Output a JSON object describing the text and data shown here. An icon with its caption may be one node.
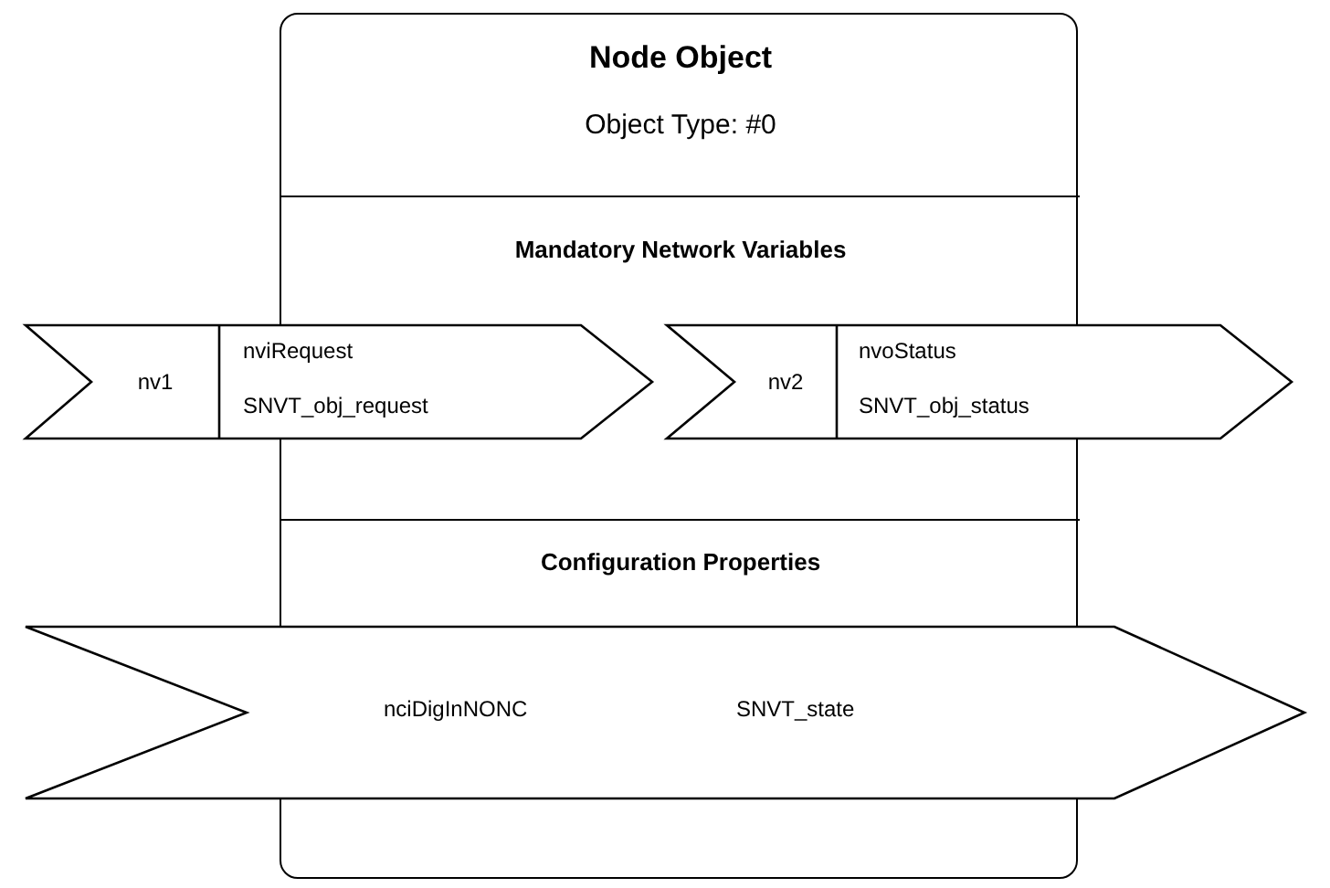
{
  "diagram": {
    "nodes": [
      {
        "text": [
          "Node Object",
          "Object Type: #0"
        ]
      },
      {
        "text": [
          "Mandatory Network Variables"
        ],
        "in": 0
      },
      {
        "text": [
          "Configuration Properties"
        ],
        "in": 0
      },
      {
        "text": [
          "nv1",
          "nviRequest",
          "SNVT_obj_request"
        ]
      },
      {
        "text": [
          "nv2",
          "nvoStatus",
          "SNVT_obj_status"
        ]
      },
      {
        "text": [
          "nciDigInNONC",
          "SNVT_state"
        ]
      }
    ]
  }
}
